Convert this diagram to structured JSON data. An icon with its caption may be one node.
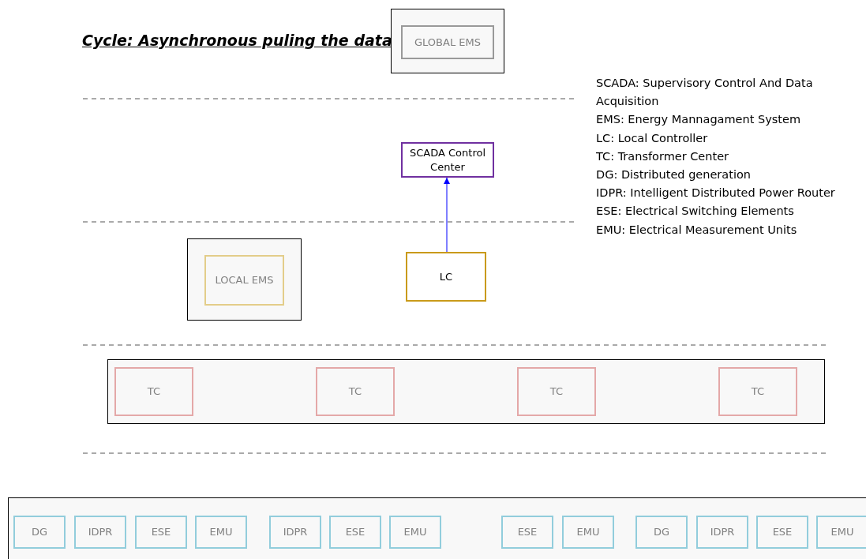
{
  "diagram": {
    "title": "Cycle: Asynchronous puling the data",
    "nodes": [
      {
        "text": [],
        "shape": "box"
      },
      {
        "text": [
          "GLOBAL EMS"
        ],
        "in": 0
      },
      {
        "text": [
          "SCADA Control Center"
        ]
      },
      {
        "text": [],
        "shape": "box"
      },
      {
        "text": [
          "LOCAL EMS"
        ],
        "in": 3
      },
      {
        "text": [
          "LC"
        ]
      },
      {
        "text": [],
        "shape": "box"
      },
      {
        "text": [
          "TC"
        ],
        "in": 6
      },
      {
        "text": [
          "TC"
        ],
        "in": 6
      },
      {
        "text": [
          "TC"
        ],
        "in": 6
      },
      {
        "text": [
          "TC"
        ],
        "in": 6
      },
      {
        "text": [],
        "shape": "box"
      },
      {
        "text": [
          "DG"
        ],
        "in": 11
      },
      {
        "text": [
          "IDPR"
        ],
        "in": 11
      },
      {
        "text": [
          "ESE"
        ],
        "in": 11
      },
      {
        "text": [
          "EMU"
        ],
        "in": 11
      },
      {
        "text": [
          "IDPR"
        ],
        "in": 11
      },
      {
        "text": [
          "ESE"
        ],
        "in": 11
      },
      {
        "text": [
          "EMU"
        ],
        "in": 11
      },
      {
        "text": [
          "ESE"
        ],
        "in": 11
      },
      {
        "text": [
          "EMU"
        ],
        "in": 11
      },
      {
        "text": [
          "DG"
        ],
        "in": 11
      },
      {
        "text": [
          "IDPR"
        ],
        "in": 11
      },
      {
        "text": [
          "ESE"
        ],
        "in": 11
      },
      {
        "text": [
          "EMU"
        ],
        "in": 11
      }
    ],
    "edges": [
      {
        "from": 5,
        "to": 2,
        "arrow": "to",
        "color": "#0000ff"
      }
    ],
    "labels": [
      "SCADA: Supervisory Control And Data Acquisition",
      "EMS: Energy Mannagament System",
      "LC: Local Controller",
      "TC: Transformer Center",
      "DG: Distributed generation",
      "IDPR: Intelligent Distributed Power Router",
      "ESE: Electrical Switching Elements",
      "EMU: Electrical Measurement Units"
    ]
  }
}
